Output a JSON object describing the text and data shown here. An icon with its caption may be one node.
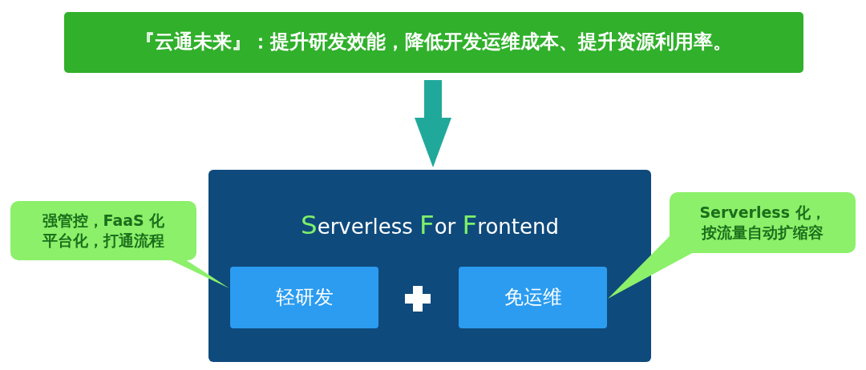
{
  "diagram": {
    "nodes": [
      {
        "text": [
          "『云通未来』：提升研发效能，降低开发运维成本、提升资源利用率。"
        ]
      },
      {
        "text": [
          "**S**erverless **F**or **F**rontend"
        ]
      },
      {
        "text": [
          "轻研发"
        ],
        "in": 1
      },
      {
        "text": [
          "免运维"
        ],
        "in": 1
      },
      {
        "text": [
          "强管控，FaaS 化平台化，打通流程"
        ]
      },
      {
        "text": [
          "Serverless 化，按流量自动扩缩容"
        ]
      }
    ],
    "edges": [
      {
        "from": 0,
        "to": 1,
        "arrow": "to",
        "color": "#20a99a"
      },
      {
        "from": 4,
        "to": 2,
        "arrow": "none",
        "color": "#8cf06a"
      },
      {
        "from": 5,
        "to": 3,
        "arrow": "none",
        "color": "#8cf06a"
      }
    ]
  }
}
